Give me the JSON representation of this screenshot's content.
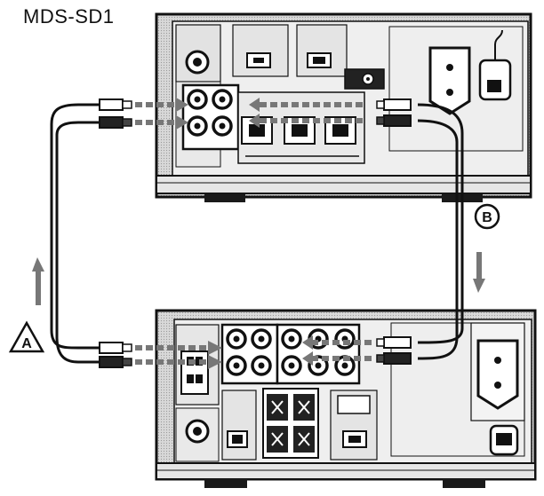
{
  "labels": {
    "device_top": "MDS-SD1",
    "cable_a": "A",
    "cable_b": "B"
  },
  "colors": {
    "ink": "#111111",
    "panel": "#f2f2f2",
    "panel_shade": "#c9c9c9",
    "dark": "#1a1a1a",
    "arrow": "#6e6e6e"
  }
}
